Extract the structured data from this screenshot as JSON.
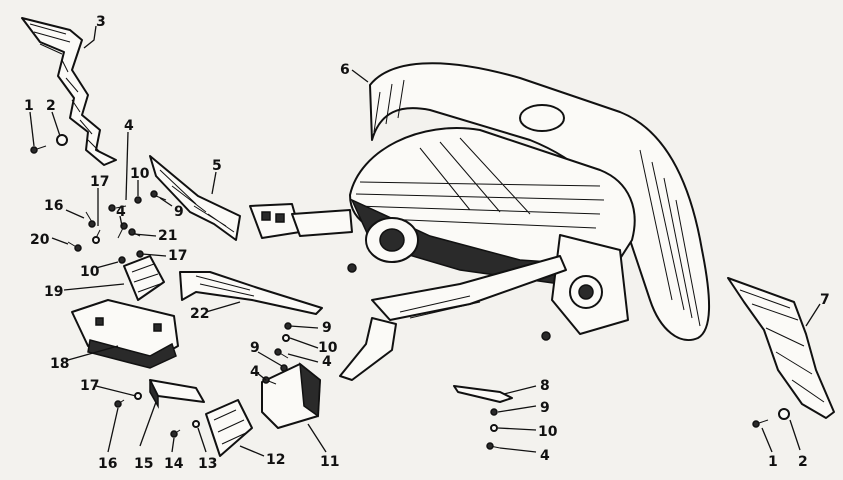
{
  "diagram": {
    "callouts": [
      {
        "id": "c-3a",
        "text": "3"
      },
      {
        "id": "c-1a",
        "text": "1"
      },
      {
        "id": "c-2a",
        "text": "2"
      },
      {
        "id": "c-6",
        "text": "6"
      },
      {
        "id": "c-4a",
        "text": "4"
      },
      {
        "id": "c-17a",
        "text": "17"
      },
      {
        "id": "c-10a",
        "text": "10"
      },
      {
        "id": "c-5",
        "text": "5"
      },
      {
        "id": "c-9a",
        "text": "9"
      },
      {
        "id": "c-16a",
        "text": "16"
      },
      {
        "id": "c-4b",
        "text": "4"
      },
      {
        "id": "c-21",
        "text": "21"
      },
      {
        "id": "c-20",
        "text": "20"
      },
      {
        "id": "c-17b",
        "text": "17"
      },
      {
        "id": "c-10b",
        "text": "10"
      },
      {
        "id": "c-19",
        "text": "19"
      },
      {
        "id": "c-22",
        "text": "22"
      },
      {
        "id": "c-18",
        "text": "18"
      },
      {
        "id": "c-9b",
        "text": "9"
      },
      {
        "id": "c-10c",
        "text": "10"
      },
      {
        "id": "c-9c",
        "text": "9"
      },
      {
        "id": "c-4c",
        "text": "4"
      },
      {
        "id": "c-4d",
        "text": "4"
      },
      {
        "id": "c-17c",
        "text": "17"
      },
      {
        "id": "c-16b",
        "text": "16"
      },
      {
        "id": "c-15",
        "text": "15"
      },
      {
        "id": "c-14",
        "text": "14"
      },
      {
        "id": "c-13",
        "text": "13"
      },
      {
        "id": "c-12",
        "text": "12"
      },
      {
        "id": "c-11",
        "text": "11"
      },
      {
        "id": "c-7",
        "text": "7"
      },
      {
        "id": "c-8",
        "text": "8"
      },
      {
        "id": "c-9d",
        "text": "9"
      },
      {
        "id": "c-10d",
        "text": "10"
      },
      {
        "id": "c-4e",
        "text": "4"
      },
      {
        "id": "c-1b",
        "text": "1"
      },
      {
        "id": "c-2b",
        "text": "2"
      }
    ]
  }
}
